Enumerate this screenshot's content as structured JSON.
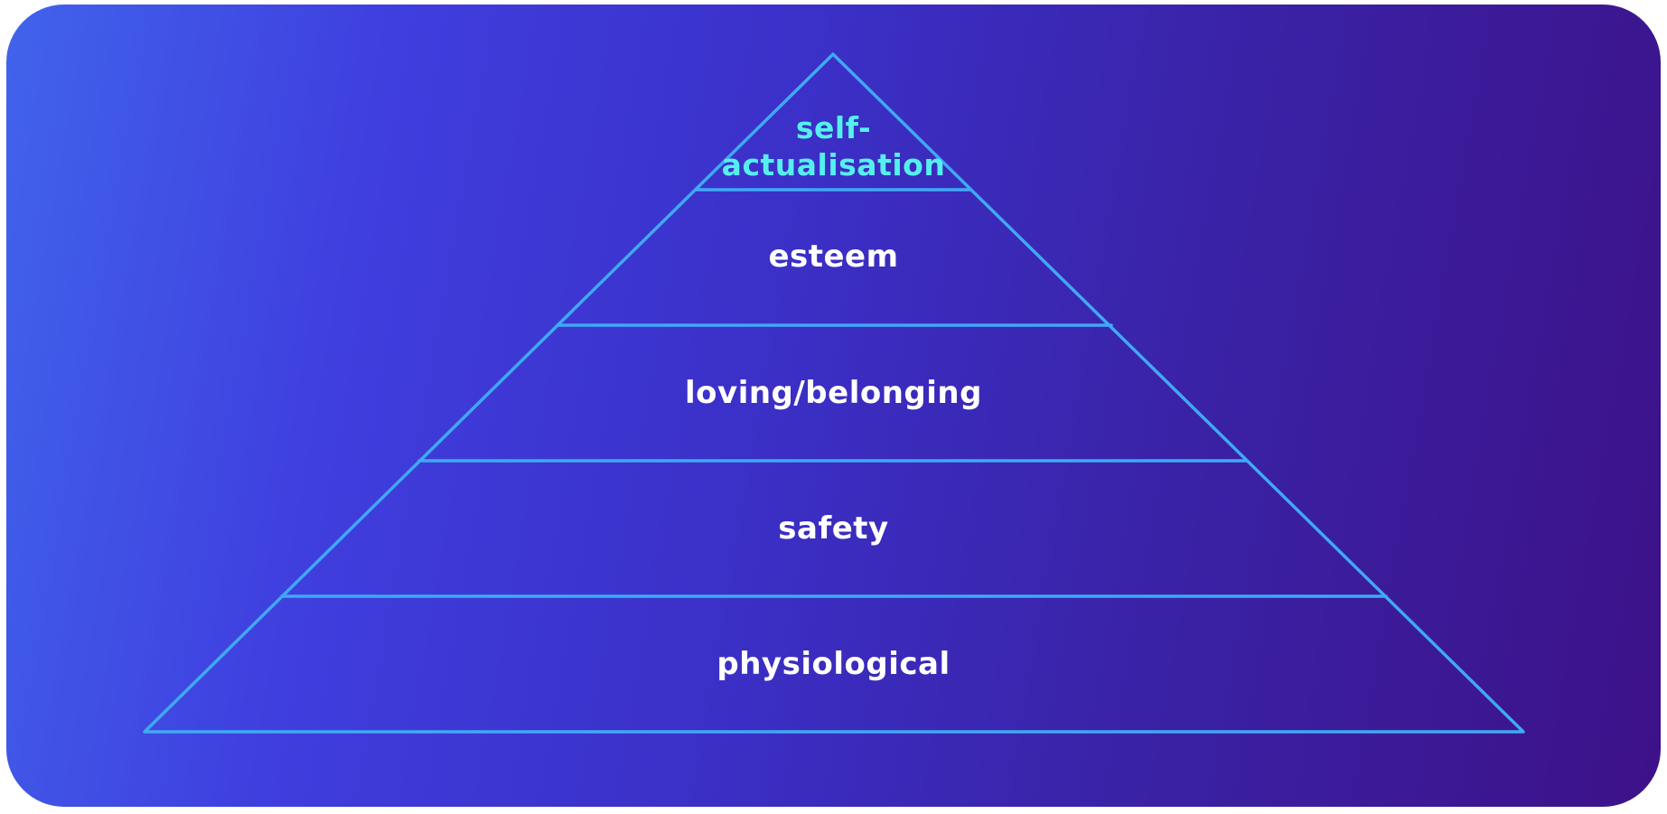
{
  "diagram": {
    "type": "pyramid",
    "colors": {
      "background_start": "#4163ec",
      "background_end": "#3d1188",
      "outline": "#3fa9f5",
      "label": "#ffffff",
      "top_label": "#55f0ee"
    },
    "levels": [
      {
        "label": "self-"
      },
      {
        "label": "actualisation"
      },
      {
        "label": "esteem"
      },
      {
        "label": "loving/belonging"
      },
      {
        "label": "safety"
      },
      {
        "label": "physiological"
      }
    ]
  }
}
